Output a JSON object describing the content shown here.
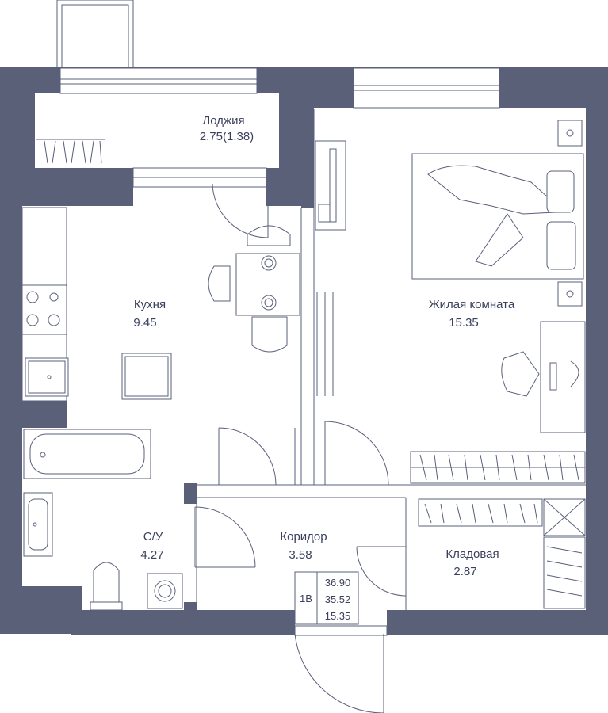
{
  "plan": {
    "colors": {
      "wall": "#5b6079",
      "line": "#5a5f7a",
      "text": "#3a3f5c",
      "background": "#ffffff"
    },
    "rooms": [
      {
        "id": "loggia",
        "name": "Лоджия",
        "area": "2.75(1.38)"
      },
      {
        "id": "kitchen",
        "name": "Кухня",
        "area": "9.45"
      },
      {
        "id": "living",
        "name": "Жилая комната",
        "area": "15.35"
      },
      {
        "id": "bathroom",
        "name": "С/У",
        "area": "4.27"
      },
      {
        "id": "corridor",
        "name": "Коридор",
        "area": "3.58"
      },
      {
        "id": "storage",
        "name": "Кладовая",
        "area": "2.87"
      }
    ],
    "summary": {
      "type": "1В",
      "total_area": "36.90",
      "living_area_total": "35.52",
      "living_room_area": "15.35"
    }
  }
}
